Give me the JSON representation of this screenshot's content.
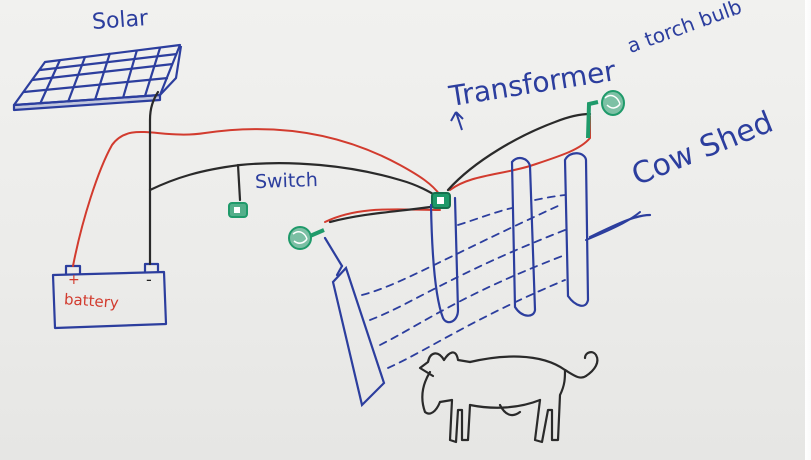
{
  "labels": {
    "solar": "Solar",
    "switch": "Switch",
    "transformer": "Transformer",
    "torch_bulb": "a torch bulb",
    "cow_shed": "Cow Shed",
    "battery": "battery",
    "battery_plus": "+",
    "battery_minus": "-"
  },
  "colors": {
    "marker_blue": "#2c3e9e",
    "wire_red": "#d23b2e",
    "wire_black": "#2a2a2a",
    "component_green": "#1f9a6a"
  }
}
